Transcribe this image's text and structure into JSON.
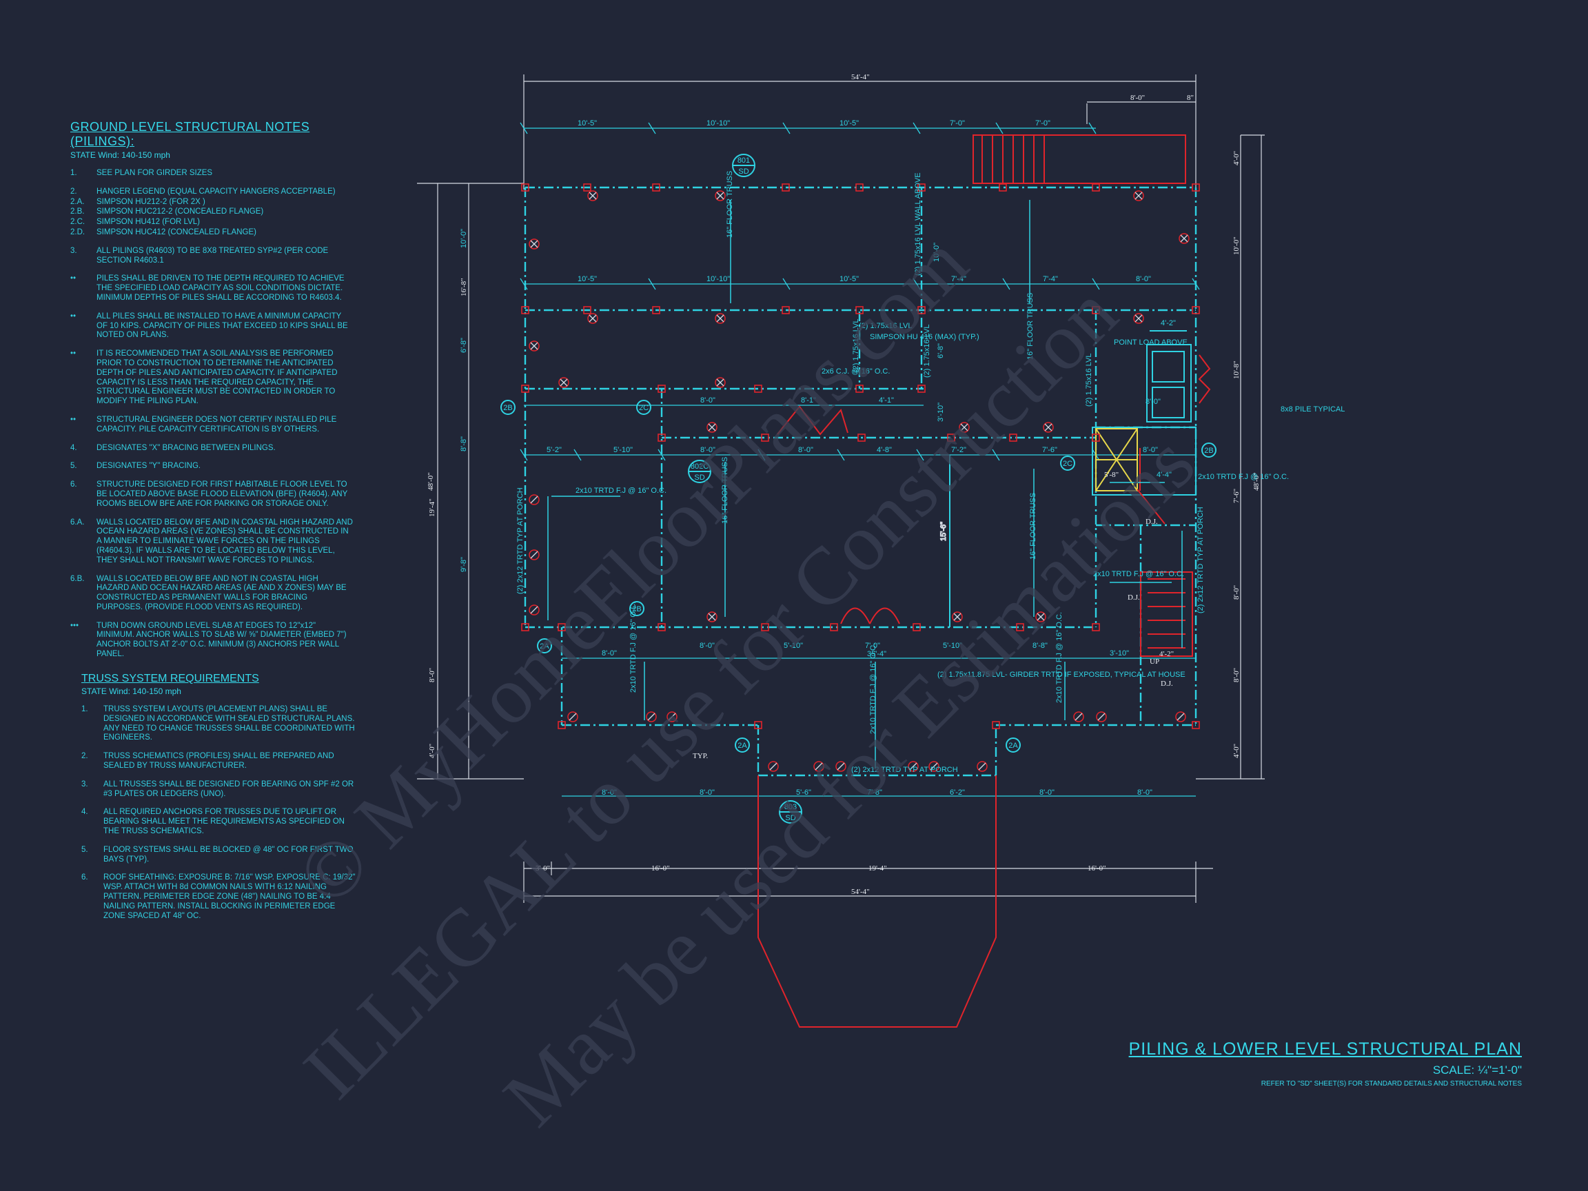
{
  "colors": {
    "background": "#212637",
    "cyan": "#2fd3e3",
    "red": "#e0242b",
    "white": "#e8ecf2",
    "yellow": "#e7d84a"
  },
  "notes": {
    "heading": "GROUND LEVEL STRUCTURAL NOTES (PILINGS):",
    "wind": "STATE Wind: 140-150 mph",
    "items": [
      {
        "n": "1.",
        "t": "SEE PLAN FOR GIRDER SIZES"
      },
      {
        "n": "2.",
        "t": "HANGER LEGEND (EQUAL CAPACITY HANGERS ACCEPTABLE)"
      },
      {
        "n": "2.A.",
        "t": "SIMPSON HU212-2 (FOR 2X )"
      },
      {
        "n": "2.B.",
        "t": "SIMPSON HUC212-2 (CONCEALED FLANGE)"
      },
      {
        "n": "2.C.",
        "t": "SIMPSON HU412 (FOR LVL)"
      },
      {
        "n": "2.D.",
        "t": "SIMPSON HUC412 (CONCEALED FLANGE)"
      },
      {
        "n": "3.",
        "t": "ALL PILINGS (R4603) TO BE 8X8 TREATED SYP#2 (PER CODE SECTION R4603.1"
      },
      {
        "n": "••",
        "t": "PILES SHALL BE DRIVEN TO THE DEPTH REQUIRED TO ACHIEVE THE SPECIFIED LOAD CAPACITY AS SOIL CONDITIONS DICTATE. MINIMUM DEPTHS OF PILES SHALL BE ACCORDING TO R4603.4."
      },
      {
        "n": "••",
        "t": "ALL PILES SHALL BE INSTALLED TO HAVE A MINIMUM CAPACITY OF 10 KIPS. CAPACITY OF PILES THAT EXCEED 10 KIPS SHALL BE NOTED ON PLANS."
      },
      {
        "n": "••",
        "t": "IT IS RECOMMENDED THAT A SOIL ANALYSIS BE PERFORMED PRIOR TO CONSTRUCTION TO DETERMINE THE ANTICIPATED DEPTH OF PILES AND ANTICIPATED CAPACITY. IF ANTICIPATED CAPACITY IS LESS THAN THE REQUIRED CAPACITY, THE STRUCTURAL ENGINEER MUST BE CONTACTED IN ORDER TO MODIFY THE PILING PLAN."
      },
      {
        "n": "••",
        "t": "STRUCTURAL ENGINEER DOES NOT CERTIFY INSTALLED PILE CAPACITY. PILE CAPACITY CERTIFICATION IS BY OTHERS."
      },
      {
        "n": "4.",
        "t": "DESIGNATES \"X\" BRACING BETWEEN PILINGS."
      },
      {
        "n": "5.",
        "t": "DESIGNATES \"Y\" BRACING."
      },
      {
        "n": "6.",
        "t": "STRUCTURE DESIGNED FOR FIRST HABITABLE FLOOR LEVEL TO BE LOCATED ABOVE BASE FLOOD ELEVATION (BFE) (R4604). ANY ROOMS BELOW BFE ARE FOR PARKING OR STORAGE ONLY."
      },
      {
        "n": "6.A.",
        "t": "WALLS LOCATED BELOW BFE AND IN COASTAL HIGH HAZARD AND OCEAN HAZARD AREAS (VE ZONES) SHALL BE CONSTRUCTED IN A MANNER TO ELIMINATE WAVE FORCES ON THE PILINGS (R4604.3). IF WALLS ARE TO BE LOCATED BELOW THIS LEVEL, THEY SHALL NOT TRANSMIT WAVE FORCES TO PILINGS."
      },
      {
        "n": "6.B.",
        "t": "WALLS LOCATED BELOW BFE AND NOT IN COASTAL HIGH HAZARD AND OCEAN HAZARD AREAS (AE AND X ZONES) MAY BE CONSTRUCTED AS PERMANENT WALLS FOR BRACING PURPOSES. (PROVIDE FLOOD VENTS AS REQUIRED)."
      },
      {
        "n": "•••",
        "t": "TURN DOWN GROUND LEVEL SLAB AT EDGES TO 12\"x12\" MINIMUM. ANCHOR WALLS TO SLAB W/ ⅝\" DIAMETER (EMBED 7\") ANCHOR BOLTS AT 2'-0\" O.C. MINIMUM (3) ANCHORS PER WALL PANEL."
      }
    ]
  },
  "truss": {
    "heading": "TRUSS SYSTEM REQUIREMENTS",
    "wind": "STATE Wind: 140-150 mph",
    "items": [
      {
        "n": "1.",
        "t": "TRUSS SYSTEM LAYOUTS (PLACEMENT PLANS) SHALL BE DESIGNED IN ACCORDANCE WITH SEALED STRUCTURAL PLANS. ANY NEED TO CHANGE TRUSSES SHALL BE COORDINATED WITH ENGINEERS."
      },
      {
        "n": "2.",
        "t": "TRUSS SCHEMATICS (PROFILES) SHALL BE PREPARED AND SEALED BY TRUSS MANUFACTURER."
      },
      {
        "n": "3.",
        "t": "ALL TRUSSES SHALL BE DESIGNED FOR BEARING ON SPF #2 OR #3 PLATES OR LEDGERS (UNO)."
      },
      {
        "n": "4.",
        "t": "ALL REQUIRED ANCHORS FOR TRUSSES DUE TO UPLIFT OR BEARING SHALL MEET THE REQUIREMENTS AS SPECIFIED ON THE TRUSS SCHEMATICS."
      },
      {
        "n": "5.",
        "t": "FLOOR SYSTEMS SHALL BE BLOCKED @ 48\" OC FOR FIRST TWO BAYS (TYP)."
      },
      {
        "n": "6.",
        "t": "ROOF SHEATHING: EXPOSURE B: 7/16\" WSP. EXPOSURE C: 19/32\" WSP. ATTACH WITH 8d COMMON NAILS WITH 6:12 NAILING PATTERN. PERIMETER EDGE ZONE (48\") NAILING TO BE 4:4 NAILING PATTERN. INSTALL BLOCKING IN PERIMETER EDGE ZONE SPACED AT 48\" OC."
      }
    ]
  },
  "title": {
    "name": "PILING & LOWER LEVEL STRUCTURAL PLAN",
    "scale": "SCALE: ¼\"=1'-0\"",
    "ref": "REFER TO \"SD\" SHEET(S) FOR STANDARD DETAILS AND STRUCTURAL NOTES"
  },
  "plan": {
    "overall_top": "54'-4\"",
    "overall_bottom": "54'-4\"",
    "overall_left": "48'-0\"",
    "overall_right": "48'-0\"",
    "top_dims": [
      "10'-5\"",
      "10'-10\"",
      "10'-5\"",
      "7'-0\"",
      "7'-0\""
    ],
    "top_right_dims": [
      "8'-0\"",
      "8\""
    ],
    "row2_dims": [
      "10'-5\"",
      "10'-10\"",
      "10'-5\"",
      "7'-4\"",
      "7'-4\"",
      "8'-0\""
    ],
    "row3_dims": [
      "8'-0\"",
      "8'-1\"",
      "4'-1\""
    ],
    "row4_dims": [
      "5'-2\"",
      "5'-10\"",
      "8'-0\"",
      "8'-0\"",
      "4'-8\"",
      "7'-2\"",
      "7'-6\"",
      "8'-0\""
    ],
    "porch_dims": [
      "8'-0\"",
      "8'-0\"",
      "5'-10\"",
      "7'-0\"",
      "5'-10\"",
      "8'-8\"",
      "3'-10\""
    ],
    "porch_total": "35'-4\"",
    "lower_dims": [
      "8'-0\"",
      "8'-0\"",
      "5'-6\"",
      "7'-8\"",
      "6'-2\"",
      "8'-0\"",
      "8'-0\""
    ],
    "bottom_dims": [
      "3'-0\"",
      "16'-0\"",
      "19'-4\"",
      "16'-0\""
    ],
    "left_dims": [
      "16'-8\"",
      "10'-0\"",
      "6'-8\"",
      "19'-4\"",
      "8'-8\"",
      "9'-8\"",
      "8'-0\"",
      "4'-0\""
    ],
    "right_dims": [
      "4'-0\"",
      "10'-0\"",
      "10'-8\"",
      "7'-6\"",
      "8'-0\"",
      "8'-0\"",
      "4'-0\""
    ],
    "labels": {
      "floor_truss_1": "16\" FLOOR TRUSS",
      "floor_truss_2": "16\" FLOOR TRUSS",
      "floor_truss_3": "16\" FLOOR TRUSS",
      "floor_truss_4": "16\" FLOOR TRUSS",
      "lvl_wall_above": "(2) 1.75x16 LVL WALL ABOVE",
      "lvl_16_a": "(2) 1.75x16 LVL",
      "lvl_16_b": "(2) 1.75x16 LVL",
      "lvl_16_c": "(2) 1.75x16 LVL",
      "lvl_16_d": "(2) 1.75x16 LVL",
      "hanger": "SIMPSON HU 416 (MAX) (TYP.)",
      "cj": "2x6 C.J. @ 16\" O.C.",
      "point_load": "POINT LOAD ABOVE",
      "pile_8x8": "8x8 PILE TYPICAL",
      "trtd_fj_1": "2x10 TRTD F.J @ 16\" O.C.",
      "trtd_fj_2": "2x10 TRTD F.J @ 16\" O.C.",
      "trtd_fj_3": "2x10 TRTD F.J @ 16\" O.C.",
      "trtd_fj_4": "2x10 TRTD F.J @ 16\" O.C.",
      "trtd_fj_5": "2x10 TRTD F.J @ 16\" O.C.",
      "trtd_fj_6": "2x10 TRTD F.J @ 16\" O.C.",
      "typ_porch_left": "(2) 2x12 TRTD TYP AT PORCH",
      "typ_porch_right": "(2) 2x12 TRTD TYP AT PORCH",
      "typ_porch_bottom": "(2) 2x12 TRTD TYP AT PORCH",
      "girder": "(2) 1.75x11.875 LVL- GIRDER TRT'D IF EXPOSED, TYPICAL AT HOUSE",
      "typ": "TYP.",
      "up": "UP",
      "dj1": "D.J.",
      "dj2": "D.J.",
      "dj3": "D.J.",
      "dim_5_8": "5'-8\"",
      "dim_4_4": "4'-4\"",
      "dim_4_2a": "4'-2\"",
      "dim_4_2b": "4'-2\"",
      "dim_15_6": "15'-6\"",
      "dim_3_10": "3'-10\"",
      "dim_10_0": "10'-0\"",
      "dim_6_8": "6'-8\"",
      "dim_8_0v": "8'-0\""
    },
    "tags": [
      "801 SD",
      "802C SD",
      "803 SD",
      "2B",
      "2C",
      "2C",
      "2B",
      "2B",
      "2A",
      "2A",
      "2A"
    ]
  },
  "watermark": [
    "© MyHomeFloorPlans.com",
    "ILLEGAL to use for Construction",
    "May be used for Estimations"
  ]
}
